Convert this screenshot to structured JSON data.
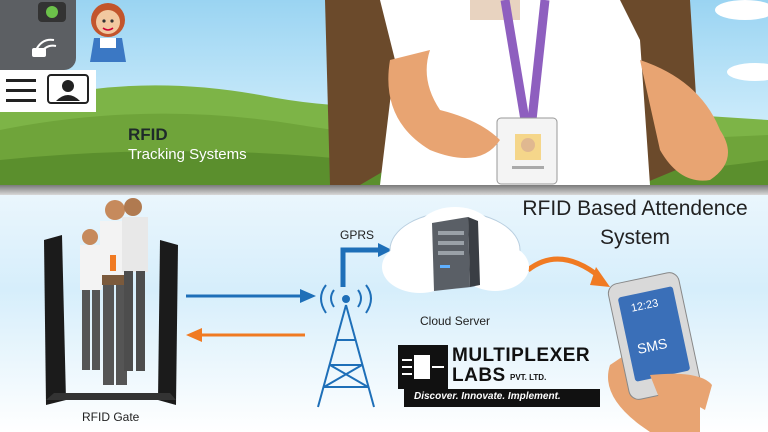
{
  "top_banner": {
    "heading": "RFID",
    "subheading": "Tracking Systems"
  },
  "diagram": {
    "title_line1": "RFID Based Attendence",
    "title_line2": "System",
    "gate_label": "RFID Gate",
    "link_label": "GPRS",
    "server_label": "Cloud Server",
    "phone_screen_text": "SMS",
    "phone_time": "12:23"
  },
  "logo": {
    "name_line1": "MULTIPLEXER",
    "name_line2": "LABS",
    "suffix": "PVT. LTD.",
    "tagline": "Discover. Innovate. Implement."
  },
  "colors": {
    "accent_blue": "#1e6fb8",
    "accent_orange": "#f07a22",
    "lanyard_purple": "#8e5fbf",
    "grass_green": "#6fa43a"
  },
  "icons": [
    "rfid-reader-icon",
    "girl-avatar-icon",
    "menu-icon",
    "id-card-icon",
    "server-icon",
    "tower-icon"
  ]
}
